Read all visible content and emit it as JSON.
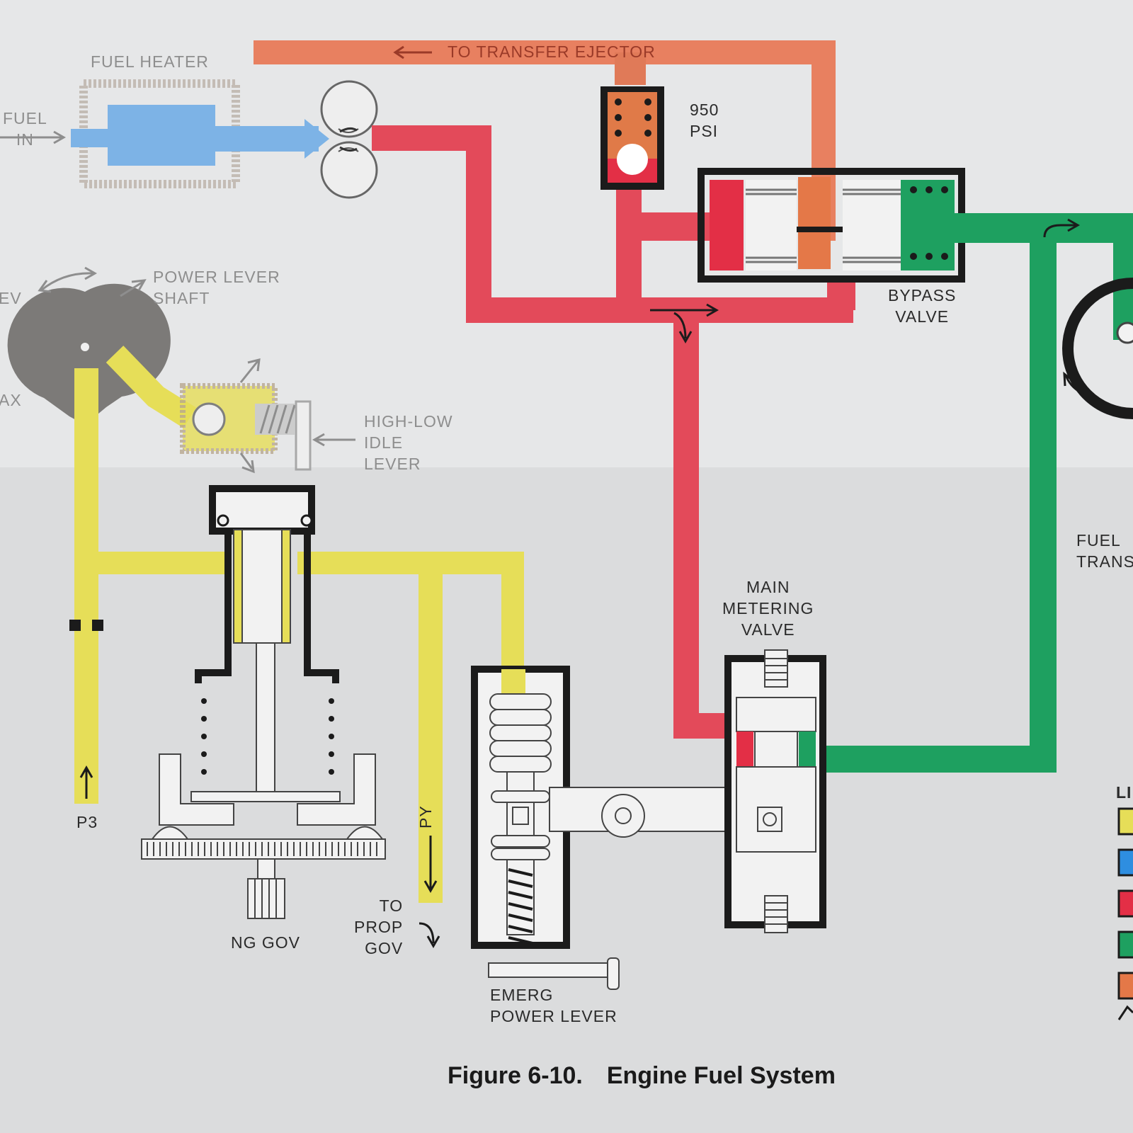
{
  "labels": {
    "to_transfer_ejector": "TO TRANSFER EJECTOR",
    "fuel_heater": "FUEL HEATER",
    "fuel_in": "FUEL\nIN",
    "psi_950": "950\nPSI",
    "power_lever_shaft": "POWER LEVER\nSHAFT",
    "rev": "EV",
    "max": "AX",
    "high_low_idle_lever": "HIGH-LOW\nIDLE\nLEVER",
    "bypass_valve": "BYPASS\nVALVE",
    "fuel_transfer": "FUEL\nTRANS",
    "main_metering_valve": "MAIN\nMETERING\nVALVE",
    "p3": "P3",
    "py": "PY",
    "to_prop_gov": "TO\nPROP\nGOV",
    "ng_gov": "NG GOV",
    "emerg_power_lever": "EMERG\nPOWER LEVER",
    "legend_title": "LI"
  },
  "caption": {
    "number": "Figure 6-10.",
    "title": "Engine Fuel System"
  },
  "colors": {
    "p3_air": "#e6de58",
    "fuel_in": "#2e8ee0",
    "high_pressure": "#e32f46",
    "bypass_return": "#1ea060",
    "transfer_ejector": "#e47848"
  }
}
